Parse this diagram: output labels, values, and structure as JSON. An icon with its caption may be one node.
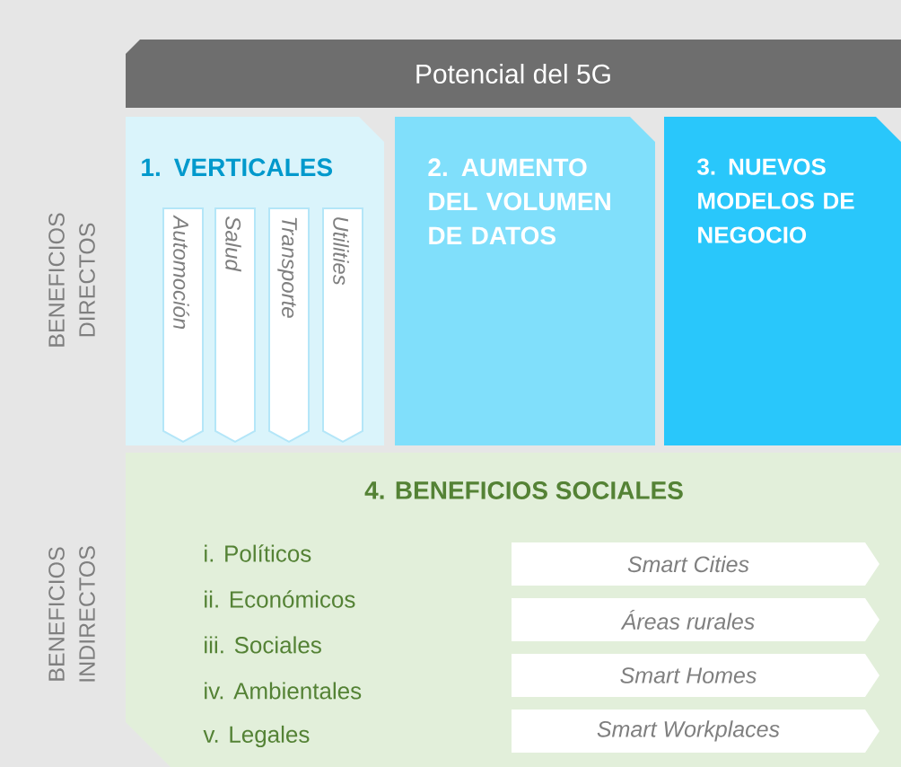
{
  "diagram": {
    "nodes": [
      {
        "text": [
          "Potencial del 5G"
        ]
      },
      {
        "text": [
          "1. VERTICALES"
        ]
      },
      {
        "text": [
          "Automoción"
        ],
        "in": 1
      },
      {
        "text": [
          "Salud"
        ],
        "in": 1
      },
      {
        "text": [
          "Transporte"
        ],
        "in": 1
      },
      {
        "text": [
          "Utilities"
        ],
        "in": 1
      },
      {
        "text": [
          "2. AUMENTO DEL VOLUMEN DE DATOS"
        ]
      },
      {
        "text": [
          "3. NUEVOS MODELOS DE NEGOCIO"
        ]
      },
      {
        "text": [
          "4. BENEFICIOS SOCIALES",
          "i. Políticos",
          "ii. Económicos",
          "iii. Sociales",
          "iv. Ambientales",
          "v. Legales"
        ]
      },
      {
        "text": [
          "Smart Cities"
        ],
        "in": 8
      },
      {
        "text": [
          "Áreas rurales"
        ],
        "in": 8
      },
      {
        "text": [
          "Smart Homes"
        ],
        "in": 8
      },
      {
        "text": [
          "Smart Workplaces"
        ],
        "in": 8
      }
    ],
    "labels": [
      "BENEFICIOS DIRECTOS",
      "BENEFICIOS INDIRECTOS"
    ]
  }
}
